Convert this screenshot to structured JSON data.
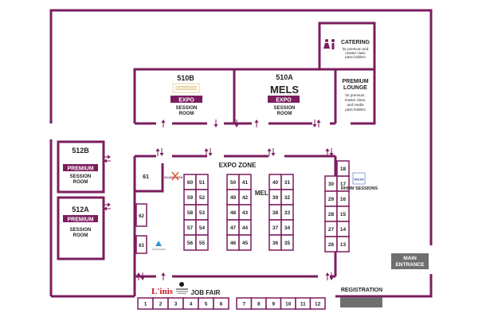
{
  "colors": {
    "wall": "#7b1d5e",
    "badge": "#7b1d5e",
    "gray": "#6f6f6f",
    "text": "#231f20"
  },
  "rooms": {
    "r510b": {
      "label": "510B",
      "badge": "EXPO",
      "line1": "SESSION",
      "line2": "ROOM"
    },
    "r510a": {
      "label": "510A",
      "name": "MELS",
      "badge": "EXPO",
      "line1": "SESSION",
      "line2": "ROOM"
    },
    "catering": {
      "title": "CATERING",
      "line1": "for premium and",
      "line2": "master class",
      "line3": "pass holders"
    },
    "lounge": {
      "title1": "PREMIUM",
      "title2": "LOUNGE",
      "line1": "for premium,",
      "line2": "master class,",
      "line3": "and media",
      "line4": "pass holders"
    },
    "r512b": {
      "label": "512B",
      "badge": "PREMIUM",
      "line1": "SESSION",
      "line2": "ROOM"
    },
    "r512a": {
      "label": "512A",
      "badge": "PREMIUM",
      "line1": "SESSION",
      "line2": "ROOM"
    }
  },
  "labels": {
    "expo_zone": "EXPO ZONE",
    "mels": "MELS",
    "job_fair": "JOB FAIR",
    "main_entrance_1": "MAIN",
    "main_entrance_2": "ENTRANCE",
    "registration": "REGISTRATION",
    "rhum_sessions": "RHUM SESSIONS"
  },
  "logos": {
    "linis": "L'inis",
    "academos": "ACADEMOS",
    "rhum": "RHUM"
  },
  "booths": {
    "b1": "1",
    "b2": "2",
    "b3": "3",
    "b4": "4",
    "b5": "5",
    "b6": "6",
    "b7": "7",
    "b8": "8",
    "b9": "9",
    "b10": "10",
    "b11": "11",
    "b12": "12",
    "b13": "13",
    "b14": "14",
    "b15": "15",
    "b16": "16",
    "b17": "17",
    "b18": "18",
    "b26": "26",
    "b27": "27",
    "b28": "28",
    "b29": "29",
    "b30": "30",
    "b31": "31",
    "b32": "32",
    "b33": "33",
    "b34": "34",
    "b35": "35",
    "b36": "36",
    "b37": "37",
    "b38": "38",
    "b39": "39",
    "b40": "40",
    "b41": "41",
    "b42": "42",
    "b43": "43",
    "b44": "44",
    "b45": "45",
    "b46": "46",
    "b47": "47",
    "b48": "48",
    "b49": "49",
    "b50": "50",
    "b51": "51",
    "b52": "52",
    "b53": "53",
    "b54": "54",
    "b55": "55",
    "b56": "56",
    "b57": "57",
    "b58": "58",
    "b59": "59",
    "b60": "60",
    "b61": "61",
    "b62": "62",
    "b63": "63"
  }
}
